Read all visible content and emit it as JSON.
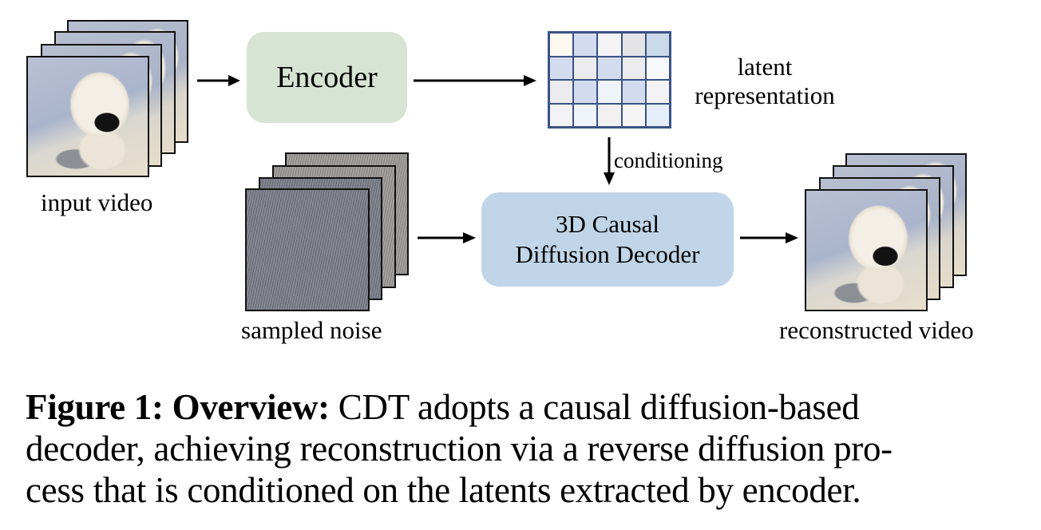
{
  "figure": {
    "nodes": {
      "input_video": {
        "label": "input video"
      },
      "encoder": {
        "label": "Encoder",
        "color": "#d8e4d3"
      },
      "latent": {
        "label_line1": "latent",
        "label_line2": "representation",
        "grid_colors": [
          [
            "#fdf9f1",
            "#d3dcef",
            "#f3f3f5",
            "#e4e4e6",
            "#cbdaea"
          ],
          [
            "#d3dcef",
            "#ececee",
            "#d3dcef",
            "#ececee",
            "#f6f8fb"
          ],
          [
            "#ececee",
            "#d3dcef",
            "#eef4f9",
            "#d3dcef",
            "#f3f3f5"
          ],
          [
            "#f3f3f5",
            "#eef4f9",
            "#f1f1f2",
            "#f5f5f6",
            "#e4eef8"
          ]
        ],
        "border_color": "#3b5284"
      },
      "sampled_noise": {
        "label": "sampled noise"
      },
      "decoder": {
        "label_line1": "3D Causal",
        "label_line2": "Diffusion Decoder",
        "color": "#c0d5e8"
      },
      "reconstructed_video": {
        "label": "reconstructed video"
      }
    },
    "edges": {
      "conditioning_label": "conditioning"
    }
  },
  "caption": {
    "prefix_bold": "Figure 1: Overview:",
    "line1_rest": " CDT adopts a causal diffusion-based",
    "line2": "decoder, achieving reconstruction via a reverse diffusion pro-",
    "line3": "cess that is conditioned on the latents extracted by encoder."
  }
}
